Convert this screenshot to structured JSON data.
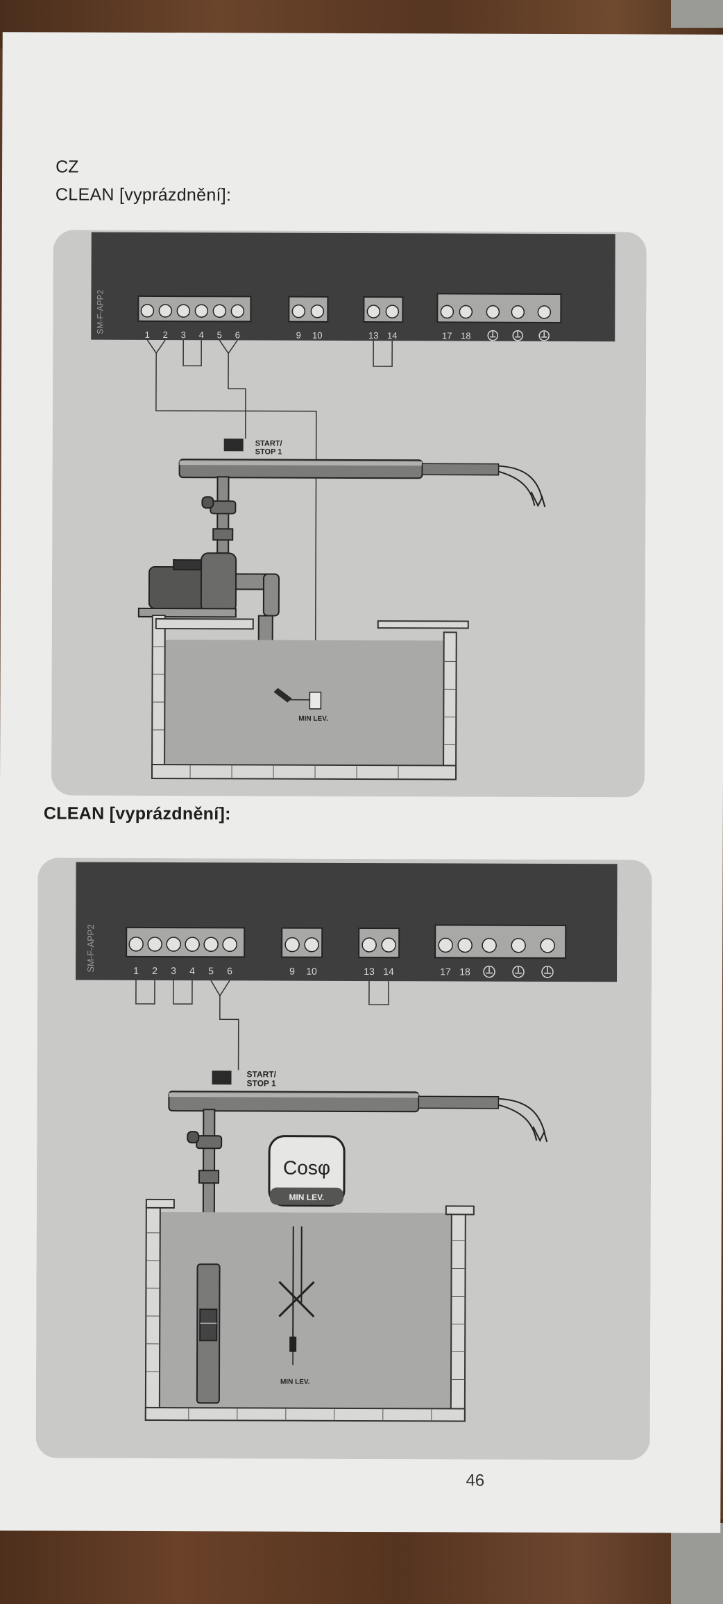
{
  "page": {
    "language_code": "CZ",
    "page_number": "46"
  },
  "diagram_1": {
    "heading": "CLEAN [vyprázdnění]:",
    "panel_model": "SM-F-APP2",
    "terminals": [
      "1",
      "2",
      "3",
      "4",
      "5",
      "6",
      "9",
      "10",
      "13",
      "14",
      "17",
      "18"
    ],
    "start_stop_label_1": "START/",
    "start_stop_label_2": "STOP 1",
    "min_level_label": "MIN LEV."
  },
  "diagram_2": {
    "heading": "CLEAN [vyprázdnění]:",
    "panel_model": "SM-F-APP2",
    "terminals": [
      "1",
      "2",
      "3",
      "4",
      "5",
      "6",
      "9",
      "10",
      "13",
      "14",
      "17",
      "18"
    ],
    "start_stop_label_1": "START/",
    "start_stop_label_2": "STOP 1",
    "cosphi_label": "Cosφ",
    "cosphi_min_level": "MIN LEV.",
    "min_level_label": "MIN LEV."
  },
  "colors": {
    "panel": "#3c3c3c",
    "terminal": "#a9a9a7",
    "background_box": "#c8c8c6",
    "water": "#a9a9a7"
  }
}
